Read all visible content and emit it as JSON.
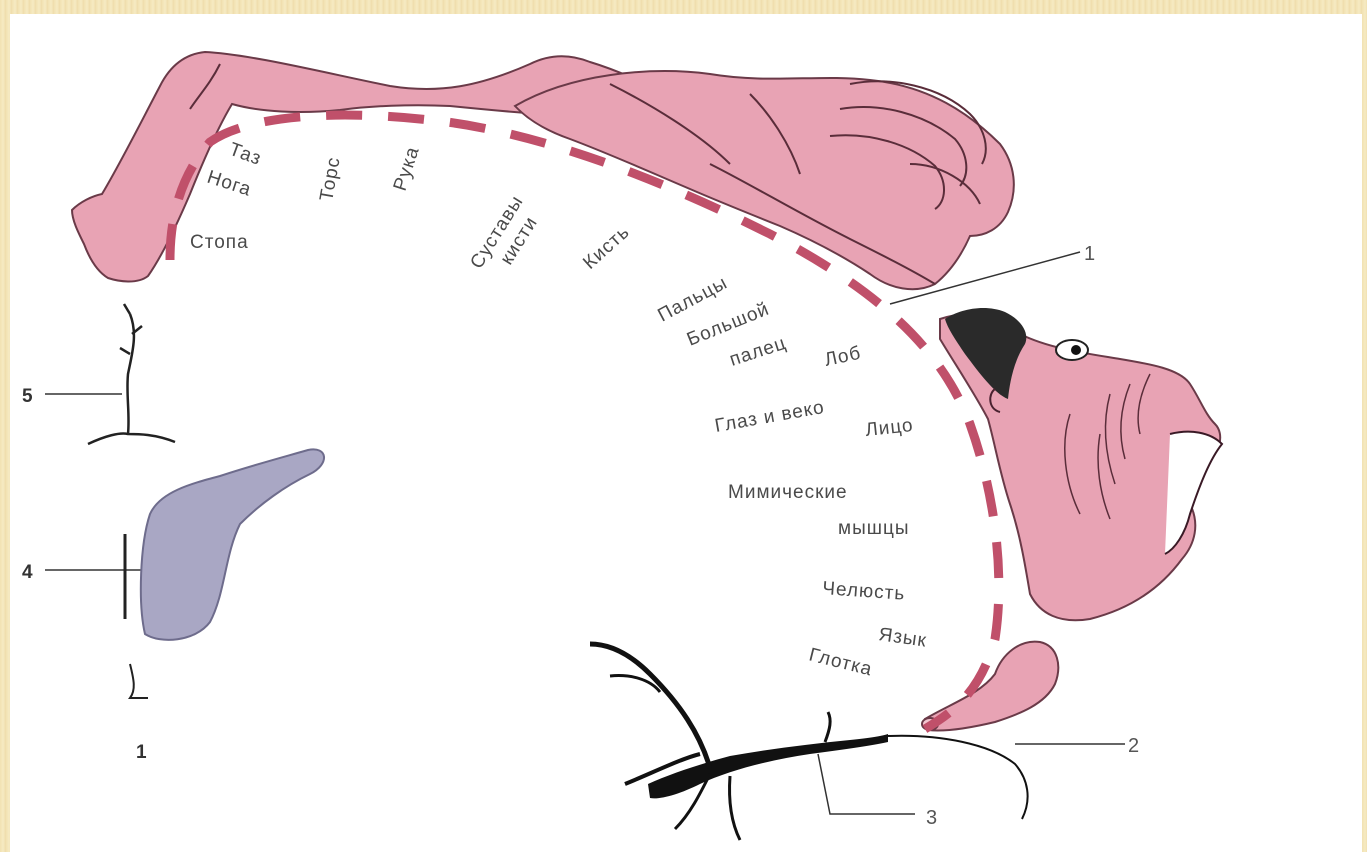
{
  "labels": {
    "taz": "Таз",
    "noga": "Нога",
    "stopa": "Стопа",
    "tors": "Торс",
    "ruka": "Рука",
    "sustavy1": "Суставы",
    "sustavy2": "кисти",
    "kist": "Кисть",
    "paltsy": "Пальцы",
    "bolshoi1": "Большой",
    "bolshoi2": "палец",
    "lob": "Лоб",
    "glaz": "Глаз и веко",
    "litso": "Лицо",
    "mimich1": "Мимические",
    "mimich2": "мышцы",
    "chelyust": "Челюсть",
    "yazyk": "Язык",
    "glotka": "Глотка"
  },
  "markers": {
    "m1": "1",
    "m2": "2",
    "m3": "3",
    "m4": "4",
    "m5": "5",
    "m1b": "1"
  },
  "colors": {
    "skin": "#e8a3b4",
    "skin_dark": "#c9788f",
    "dash": "#c0506a",
    "cell": "#a9a7c4",
    "ink": "#111111"
  }
}
